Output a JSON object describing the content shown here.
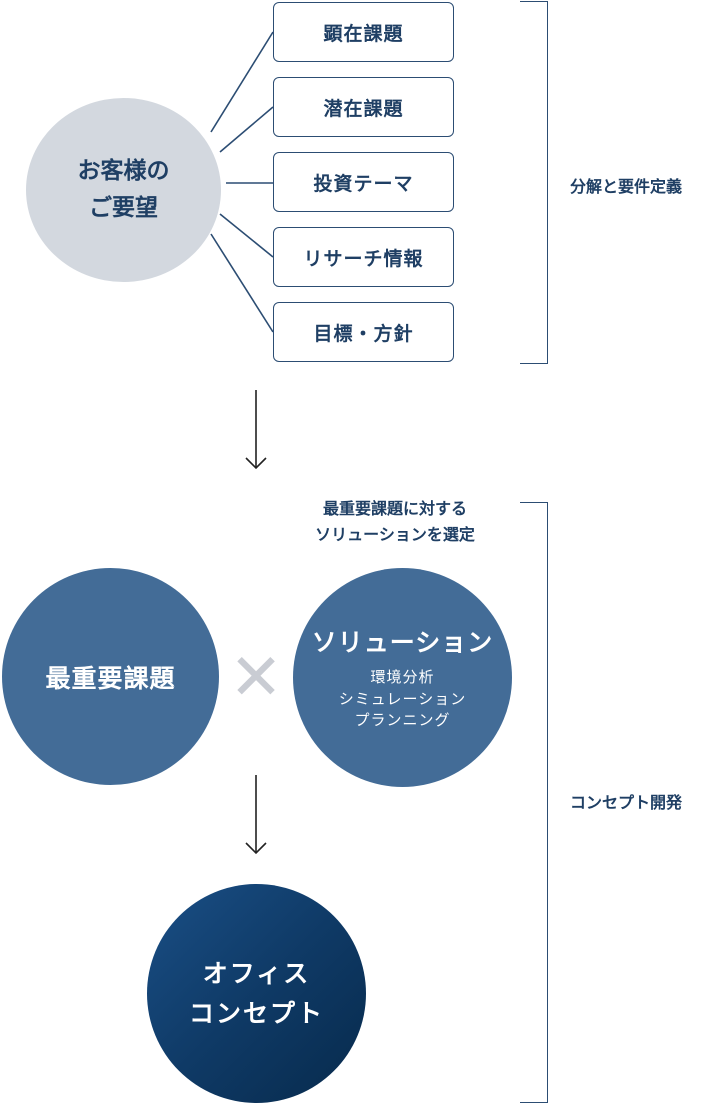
{
  "customer": {
    "line1": "お客様の",
    "line2": "ご要望"
  },
  "requirements": [
    "顕在課題",
    "潜在課題",
    "投資テーマ",
    "リサーチ情報",
    "目標・方針"
  ],
  "phase1_label": "分解と要件定義",
  "selection_note": {
    "line1": "最重要課題に対する",
    "line2": "ソリューションを選定"
  },
  "issue_circle": "最重要課題",
  "times_symbol": "✕",
  "solution": {
    "title": "ソリューション",
    "items": [
      "環境分析",
      "シミュレーション",
      "プランニング"
    ]
  },
  "office_concept": {
    "line1": "オフィス",
    "line2": "コンセプト"
  },
  "phase2_label": "コンセプト開発",
  "colors": {
    "navy": "#1f3f64",
    "line": "#2c4d73",
    "customer_bg": "#d3d8df",
    "circle_mid": "#436c97",
    "times": "#c9ccd3",
    "dark_gradient_start": "#1a4f86",
    "dark_gradient_end": "#072a4c"
  }
}
